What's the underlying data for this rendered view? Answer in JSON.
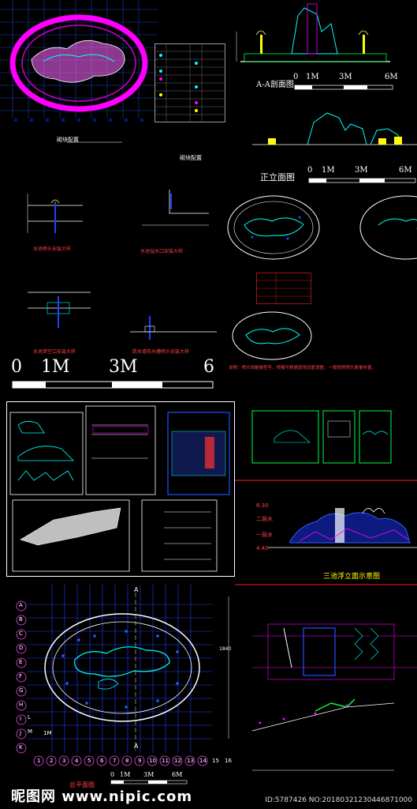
{
  "title_top_plan": "砌块配置",
  "title_top_plan2": "砌块配置",
  "section_aa": "A-A剖面图",
  "front_elev": "正立面图",
  "detail_1": "水池喷头安装大样",
  "detail_2": "水池溢水口安装大样",
  "detail_3": "水池泄空口安装大样",
  "detail_4": "跌水墙布水槽喷头安装大样",
  "scale_top": [
    "0",
    "1M",
    "3M",
    "6M"
  ],
  "scale_mid": [
    "0",
    "1M",
    "3M",
    "6M"
  ],
  "scale_big": [
    "0",
    "1M",
    "3M",
    "6"
  ],
  "scale_bottom": [
    "0",
    "1M",
    "3M",
    "6M"
  ],
  "note_text": "说明：喷头规格做型号，喷嘴可根据现场设置调整，一般按照喷头数量布置。",
  "elev_levels": [
    "6.30",
    "二层水",
    "一层水",
    "4.40"
  ],
  "three_pool": "三池浮立面示意图",
  "grid_rows": [
    "A",
    "B",
    "C",
    "D",
    "E",
    "F",
    "G",
    "H",
    "I",
    "J",
    "K",
    "L",
    "M"
  ],
  "grid_cols": [
    "1",
    "2",
    "3",
    "4",
    "5",
    "6",
    "7",
    "8",
    "9",
    "10",
    "11",
    "12",
    "13",
    "14",
    "15",
    "16"
  ],
  "axis_a": "A",
  "scale_1m_left": "1M",
  "plan_total": "总平面图",
  "dim_1840": "1840",
  "footer": {
    "logo": "昵图网 www.nipic.com",
    "id": "ID:5787426 NO:20180321230446871000"
  },
  "colors": {
    "magenta": "#ff00ff",
    "cyan": "#00ffff",
    "blue": "#2040ff",
    "red": "#ff2020",
    "green": "#00ff40",
    "yellow": "#ffff00"
  }
}
